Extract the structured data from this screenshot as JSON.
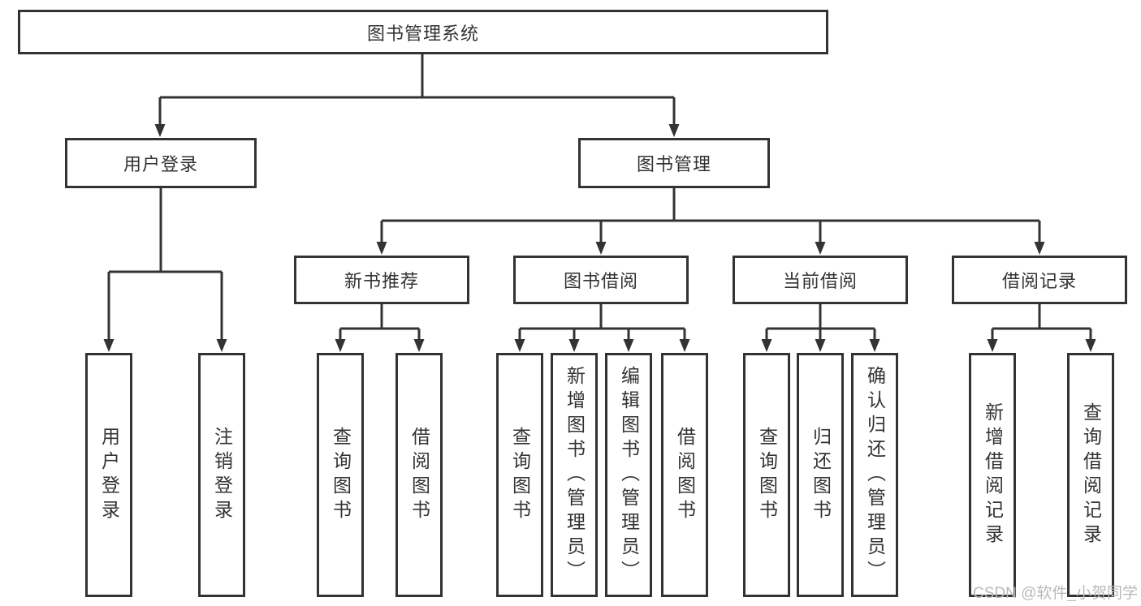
{
  "diagram": {
    "root": {
      "label": "图书管理系统"
    },
    "branches": [
      {
        "label": "用户登录",
        "children": [
          {
            "label": "用户登录"
          },
          {
            "label": "注销登录"
          }
        ]
      },
      {
        "label": "图书管理",
        "children": [
          {
            "label": "新书推荐",
            "children": [
              {
                "label": "查询图书"
              },
              {
                "label": "借阅图书"
              }
            ]
          },
          {
            "label": "图书借阅",
            "children": [
              {
                "label": "查询图书"
              },
              {
                "label": "新增图书（管理员）"
              },
              {
                "label": "编辑图书（管理员）"
              },
              {
                "label": "借阅图书"
              }
            ]
          },
          {
            "label": "当前借阅",
            "children": [
              {
                "label": "查询图书"
              },
              {
                "label": "归还图书"
              },
              {
                "label": "确认归还（管理员）"
              }
            ]
          },
          {
            "label": "借阅记录",
            "children": [
              {
                "label": "新增借阅记录"
              },
              {
                "label": "查询借阅记录"
              }
            ]
          }
        ]
      }
    ]
  },
  "watermark": {
    "text": "CSDN @软件_小贺同学"
  },
  "colors": {
    "line": "#333333",
    "box_border": "#333333",
    "text": "#333333",
    "background": "#ffffff",
    "watermark": "#b9b9b9"
  }
}
